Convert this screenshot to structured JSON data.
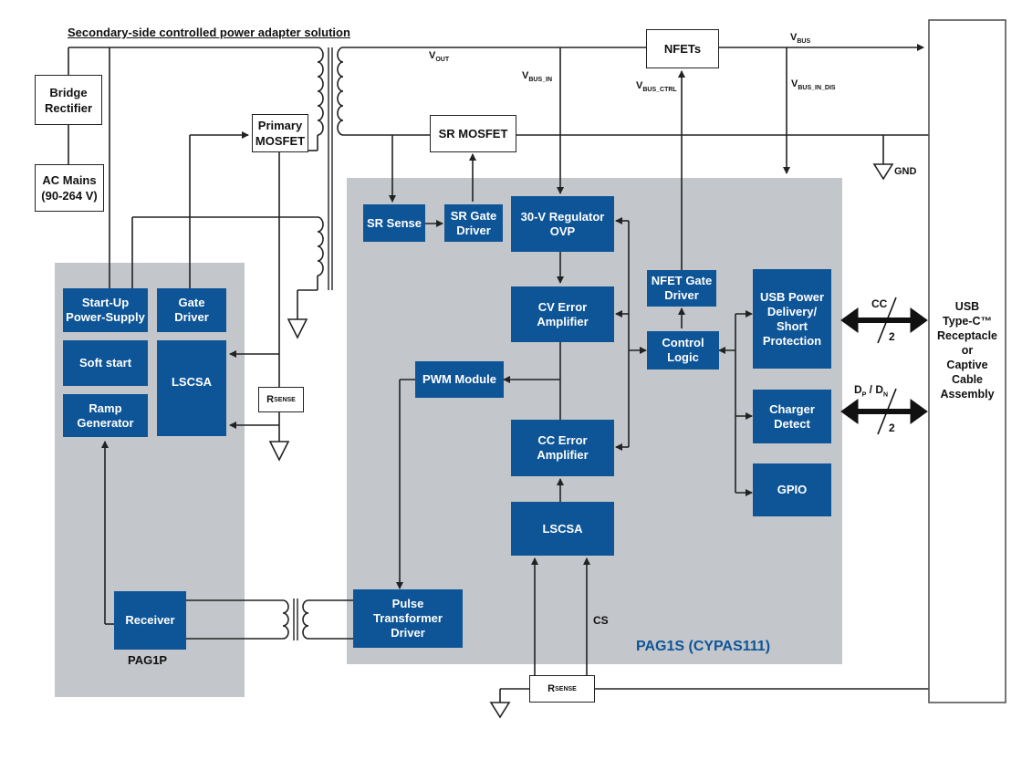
{
  "title": "Secondary-side controlled power adapter solution",
  "chips": {
    "primary": "PAG1P",
    "secondary": "PAG1S (CYPAS111)"
  },
  "colors": {
    "block": "#0e5598",
    "chip_bg": "#c3c6ca",
    "line": "#222222"
  },
  "external": {
    "bridge_rectifier": "Bridge\nRectifier",
    "ac_mains": "AC Mains\n(90-264 V)",
    "primary_mosfet": "Primary\nMOSFET",
    "nfets": "NFETs",
    "sr_mosfet": "SR MOSFET",
    "rsense_main": "SENSE",
    "rsense_top": "SENSE",
    "usb_receptacle": "USB\nType-C™\nReceptacle\nor\nCaptive\nCable\nAssembly"
  },
  "primary_blocks": {
    "startup": "Start-Up\nPower-Supply",
    "gate_driver": "Gate\nDriver",
    "soft_start": "Soft start",
    "lscsa": "LSCSA",
    "ramp_gen": "Ramp\nGenerator",
    "receiver": "Receiver"
  },
  "secondary_blocks": {
    "sr_sense": "SR Sense",
    "sr_gate_driver": "SR Gate\nDriver",
    "regulator": "30-V Regulator\nOVP",
    "nfet_gate_driver": "NFET Gate\nDriver",
    "usb_pd": "USB Power\nDelivery/\nShort\nProtection",
    "cv_error": "CV Error\nAmplifier",
    "control_logic": "Control\nLogic",
    "pwm": "PWM Module",
    "charger_detect": "Charger\nDetect",
    "cc_error": "CC Error\nAmplifier",
    "gpio": "GPIO",
    "lscsa": "LSCSA",
    "pulse_tx": "Pulse\nTransformer\nDriver"
  },
  "signals": {
    "vout": "OUT",
    "vbus_in": "BUS_IN",
    "vbus_ctrl": "BUS_CTRL",
    "vbus": "BUS",
    "vbus_in_dis": "BUS_IN_DIS",
    "v": "V",
    "gnd": "GND",
    "cc": "CC",
    "cc_count": "2",
    "dp": "P",
    "dn": "N",
    "d": "D",
    "dpdn_count": "2",
    "cs": "CS",
    "r": "R"
  }
}
